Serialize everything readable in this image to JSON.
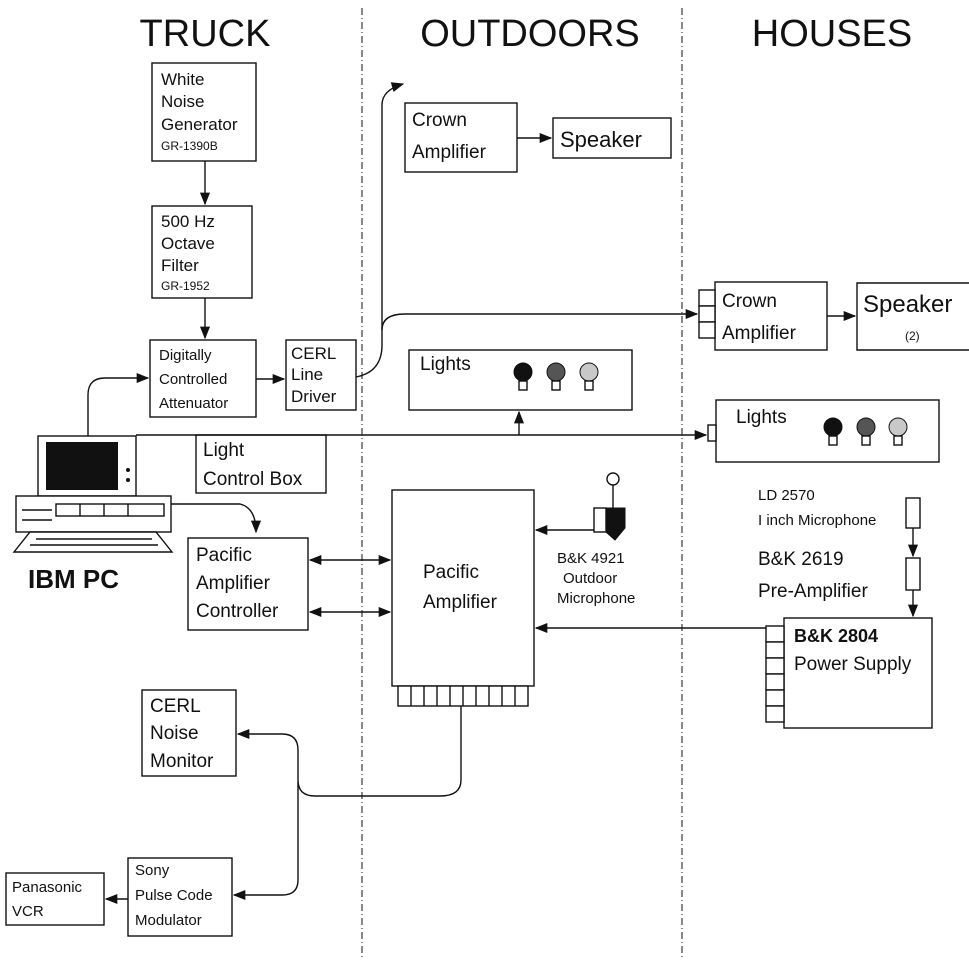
{
  "headers": {
    "truck": "TRUCK",
    "outdoors": "OUTDOORS",
    "houses": "HOUSES"
  },
  "blocks": {
    "white_noise": [
      "White",
      "Noise",
      "Generator",
      "GR-1390B"
    ],
    "octave_filter": [
      "500 Hz",
      "Octave",
      "Filter",
      "GR-1952"
    ],
    "attenuator": [
      "Digitally",
      "Controlled",
      "Attenuator"
    ],
    "line_driver": [
      "CERL",
      "Line",
      "Driver"
    ],
    "crown_amp_outdoor": [
      "Crown",
      "Amplifier"
    ],
    "speaker_outdoor": "Speaker",
    "crown_amp_houses": [
      "Crown",
      "Amplifier"
    ],
    "speaker_houses": [
      "Speaker",
      "(2)"
    ],
    "lights_outdoor": "Lights",
    "lights_houses": "Lights",
    "light_control": [
      "Light",
      "Control Box"
    ],
    "pc_label": "IBM PC",
    "pacific_controller": [
      "Pacific",
      "Amplifier",
      "Controller"
    ],
    "pacific_amp": [
      "Pacific",
      "Amplifier"
    ],
    "outdoor_mic": [
      "B&K 4921",
      "Outdoor",
      "Microphone"
    ],
    "ld_mic": [
      "LD 2570",
      "I inch Microphone"
    ],
    "preamp": [
      "B&K 2619",
      "Pre-Amplifier"
    ],
    "power_supply": [
      "B&K 2804",
      "Power Supply"
    ],
    "noise_monitor": [
      "CERL",
      "Noise",
      "Monitor"
    ],
    "pcm": [
      "Sony",
      "Pulse Code",
      "Modulator"
    ],
    "vcr": [
      "Panasonic",
      "VCR"
    ]
  },
  "colors": {
    "ink": "#111111",
    "background": "#ffffff"
  }
}
